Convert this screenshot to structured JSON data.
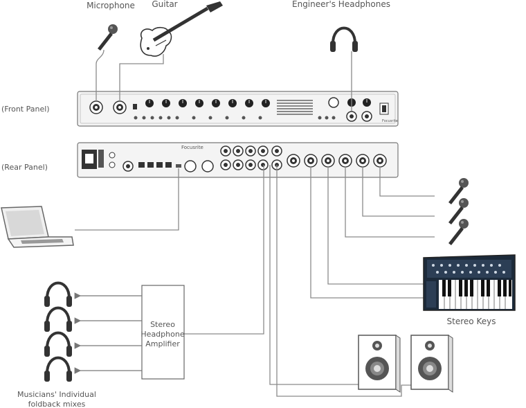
{
  "labels": {
    "microphone": "Microphone",
    "guitar": "Guitar",
    "engineer_headphones": "Engineer's Headphones",
    "front_panel": "(Front Panel)",
    "rear_panel": "(Rear Panel)",
    "amp_line1": "Stereo",
    "amp_line2": "Headphone",
    "amp_line3": "Amplifier",
    "stereo_keys": "Stereo Keys",
    "musicians_line1": "Musicians' Individual",
    "musicians_line2": "foldback mixes",
    "brand": "Focusrite"
  },
  "colors": {
    "cable": "#8a8a8a",
    "panel_fill": "#f4f4f4",
    "panel_stroke": "#777777",
    "text": "#555555",
    "dark": "#222222",
    "synth_body": "#1c2a3a"
  },
  "icons": {
    "microphone": "microphone-icon",
    "guitar": "guitar-icon",
    "headphones": "headphones-icon",
    "laptop": "laptop-icon",
    "monitor": "studio-monitor-icon",
    "synth": "synth-keyboard-icon"
  }
}
